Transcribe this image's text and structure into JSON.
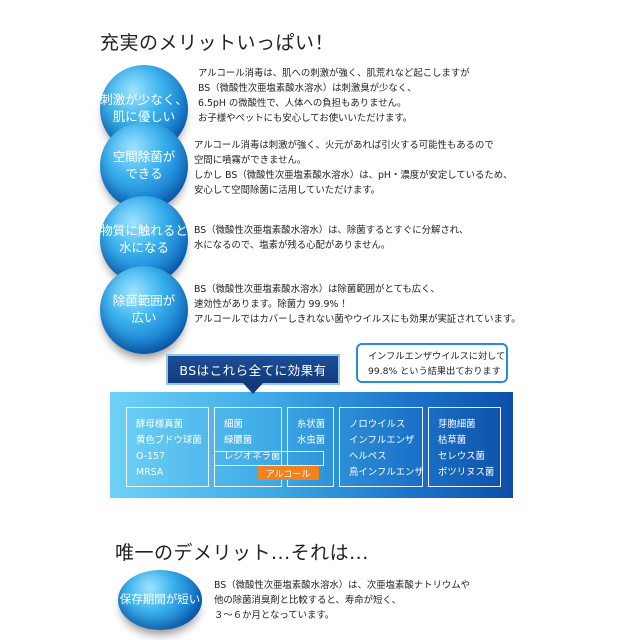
{
  "heading_merits": "充実のメリットいっぱい！",
  "merits": [
    {
      "bubble": "刺激が少なく、\n肌に優しい",
      "text": "アルコール消毒は、肌への刺激が強く、肌荒れなど起こしますが\nBS（微酸性次亜塩素酸水溶水）は刺激臭が少なく、\n6.5pH の微酸性で、人体への負担もありません。\nお子様やペットにも安心してお使いいただけます。"
    },
    {
      "bubble": "空間除菌が\nできる",
      "text": "アルコール消毒は刺激が強く、火元があれば引火する可能性もあるので\n空間に噴霧ができません。\nしかし BS（微酸性次亜塩素酸水溶水）は、pH・濃度が安定しているため、\n安心して空間除菌に活用していただけます。"
    },
    {
      "bubble": "物質に触れると\n水になる",
      "text": "BS（微酸性次亜塩素酸水溶水）は、除菌するとすぐに分解され、\n水になるので、塩素が残る心配がありません。"
    },
    {
      "bubble": "除菌範囲が\n広い",
      "text": "BS（微酸性次亜塩素酸水溶水）は除菌範囲がとても広く、\n速効性があります。除菌力 99.9% ！\nアルコールではカバーしきれない菌やウイルスにも効果が実証されています。"
    }
  ],
  "comparison": {
    "tag": "BSはこれら全てに効果有",
    "note": "インフルエンザウイルスに対して\n99.8% という結果出ております",
    "groups": [
      [
        "酵母様真菌",
        "黄色ブドウ球菌",
        "O-157",
        "MRSA"
      ],
      [
        "細菌",
        "緑膿菌",
        "レジオネラ菌"
      ],
      [
        "糸状菌",
        "水虫菌"
      ],
      [
        "ノロウイルス",
        "インフルエンザ",
        "ヘルペス",
        "鳥インフルエンザ"
      ],
      [
        "芽胞細菌",
        "枯草菌",
        "セレウス菌",
        "ボツリヌス菌"
      ]
    ],
    "alcohol_label": "アルコール"
  },
  "heading_demerit": "唯一のデメリット...それは...",
  "demerit": {
    "bubble": "保存期間が短い",
    "text": "BS（微酸性次亜塩素酸水溶水）は、次亜塩素酸ナトリウムや\n他の除菌消臭剤と比較すると、寿命が短く、\n３～６か月となっています。"
  }
}
